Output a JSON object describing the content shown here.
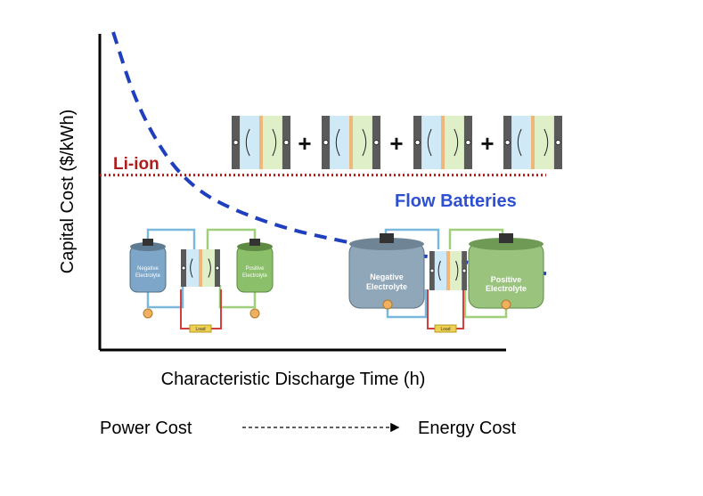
{
  "chart_data": {
    "type": "line",
    "title": "",
    "xlabel": "Characteristic Discharge Time (h)",
    "ylabel": "Capital Cost ($/kWh)",
    "axis_ticks": "none",
    "grid": false,
    "series": [
      {
        "name": "Flow Batteries",
        "style": "dashed",
        "color": "#1f3fbf",
        "x": [
          0.03,
          0.08,
          0.15,
          0.22,
          0.3,
          0.42,
          0.55,
          0.7,
          0.85,
          1.0
        ],
        "values": [
          1.0,
          0.78,
          0.6,
          0.5,
          0.44,
          0.38,
          0.34,
          0.3,
          0.27,
          0.24
        ]
      },
      {
        "name": "Li-ion",
        "style": "dotted",
        "color": "#b01c1c",
        "x": [
          0.0,
          1.0
        ],
        "values": [
          0.55,
          0.55
        ]
      }
    ],
    "annotations": {
      "liion_label": "Li-ion",
      "flow_label": "Flow Batteries",
      "plus_sign": "+",
      "power_cost": "Power Cost",
      "energy_cost": "Energy Cost"
    },
    "inset_labels": {
      "small_negative": [
        "Negative",
        "Electrolyte"
      ],
      "small_positive": [
        "Positive",
        "Electrolyte"
      ],
      "large_negative": [
        "Negative",
        "Electrolyte"
      ],
      "large_positive": [
        "Positive",
        "Electrolyte"
      ],
      "load": "Load"
    },
    "colors": {
      "cell_left": "#cfe9f7",
      "cell_right": "#dff0c8",
      "membrane": "#f0b77a",
      "electrode": "#5a5a5a",
      "neg_tank": "#7ea6c8",
      "pos_tank": "#8bbf6a",
      "pump": "#f0b060"
    }
  }
}
